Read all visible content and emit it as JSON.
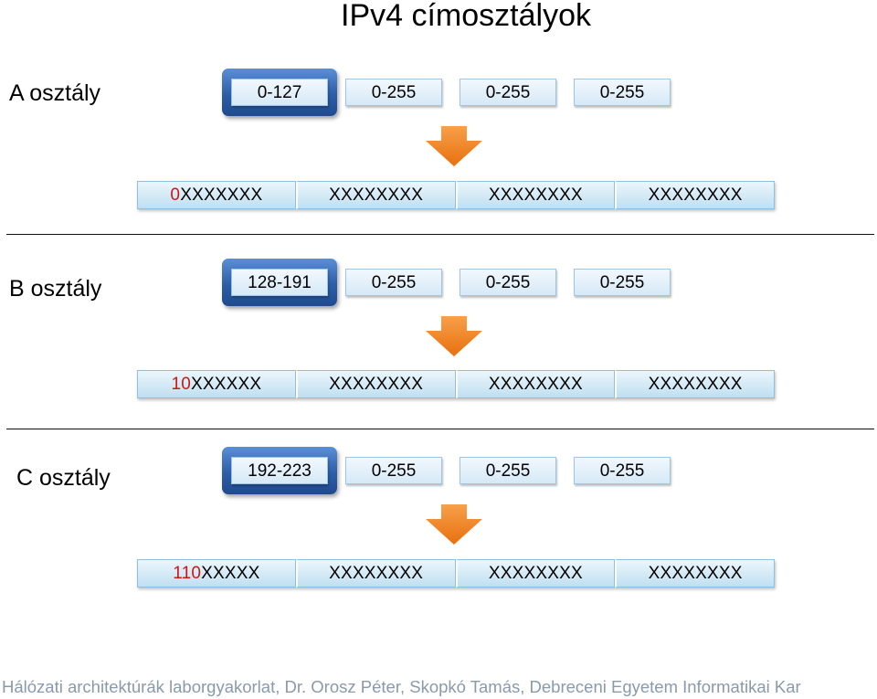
{
  "title": "IPv4 címosztályok",
  "classes": [
    {
      "label": "A osztály",
      "octets": [
        "0-127",
        "0-255",
        "0-255",
        "0-255"
      ],
      "bits": {
        "prefix": "0",
        "first_rest": "XXXXXXX",
        "rest": [
          "XXXXXXXX",
          "XXXXXXXX",
          "XXXXXXXX"
        ]
      }
    },
    {
      "label": "B osztály",
      "octets": [
        "128-191",
        "0-255",
        "0-255",
        "0-255"
      ],
      "bits": {
        "prefix": "10",
        "first_rest": "XXXXXX",
        "rest": [
          "XXXXXXXX",
          "XXXXXXXX",
          "XXXXXXXX"
        ]
      }
    },
    {
      "label": "C osztály",
      "octets": [
        "192-223",
        "0-255",
        "0-255",
        "0-255"
      ],
      "bits": {
        "prefix": "110",
        "first_rest": "XXXXX",
        "rest": [
          "XXXXXXXX",
          "XXXXXXXX",
          "XXXXXXXX"
        ]
      }
    }
  ],
  "colors": {
    "prefix": "#d21414",
    "highlight": "#2d5ea8",
    "arrow": "#f07d1e",
    "box_fill": "#d6e9f7"
  },
  "icons": {
    "arrow": "down-arrow-icon"
  },
  "footer": "Hálózati architektúrák laborgyakorlat, Dr. Orosz Péter, Skopkó Tamás, Debreceni Egyetem Informatikai Kar"
}
